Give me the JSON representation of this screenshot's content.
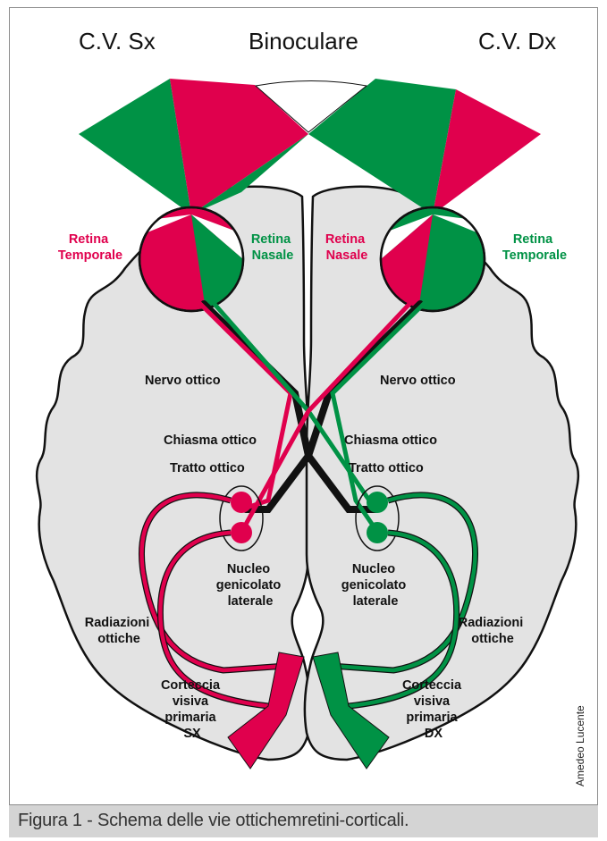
{
  "header": {
    "left": "C.V. Sx",
    "center": "Binoculare",
    "right": "C.V. Dx"
  },
  "labels": {
    "retina_temporale_left": [
      "Retina",
      "Temporale"
    ],
    "retina_nasale_left": [
      "Retina",
      "Nasale"
    ],
    "retina_nasale_right": [
      "Retina",
      "Nasale"
    ],
    "retina_temporale_right": [
      "Retina",
      "Temporale"
    ],
    "nervo_ottico": "Nervo ottico",
    "chiasma_ottico": "Chiasma ottico",
    "tratto_ottico": "Tratto ottico",
    "nucleo": [
      "Nucleo",
      "genicolato",
      "laterale"
    ],
    "radiazioni": [
      "Radiazioni",
      "ottiche"
    ],
    "corteccia_sx": [
      "Corteccia",
      "visiva",
      "primaria",
      "SX"
    ],
    "corteccia_dx": [
      "Corteccia",
      "visiva",
      "primaria",
      "DX"
    ]
  },
  "credit": "Amedeo Lucente",
  "caption": "Figura 1 - Schema delle vie ottichemretini-corticali.",
  "colors": {
    "red": "#e0004d",
    "green": "#009245",
    "brain": "#e3e3e3",
    "outline": "#111111"
  }
}
